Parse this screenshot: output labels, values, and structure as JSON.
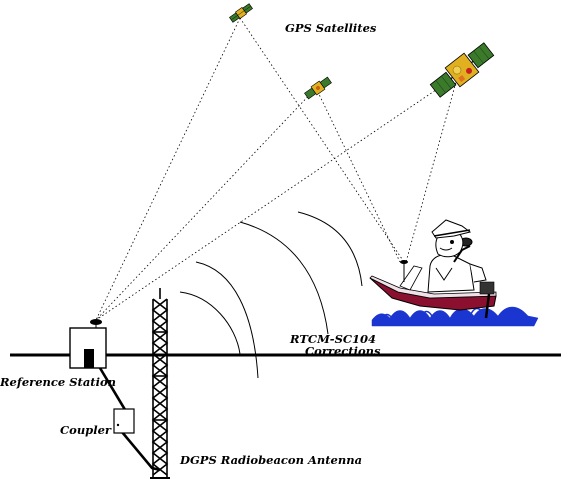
{
  "labels": {
    "satellites": "GPS  Satellites",
    "rtcm": "RTCM-SC104",
    "corrections": "Corrections",
    "reference_station": "Reference Station",
    "coupler": "Coupler",
    "antenna": "DGPS Radiobeacon Antenna"
  },
  "colors": {
    "line": "#000000",
    "hull_red": "#8b1030",
    "water_blue": "#1a35d0",
    "panel_green": "#3a7a2a",
    "satellite_gold": "#e0b020"
  }
}
